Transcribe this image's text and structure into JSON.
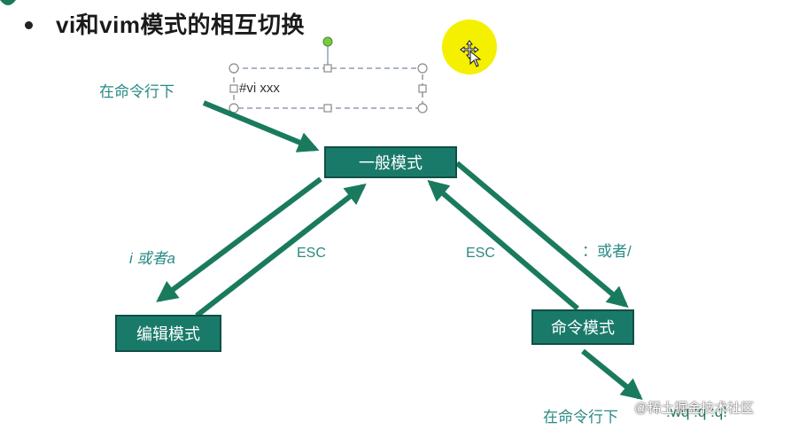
{
  "title": "vi和vim模式的相互切换",
  "textbox": {
    "text": "#vi xxx"
  },
  "modes": {
    "normal": "一般模式",
    "edit": "编辑模式",
    "command": "命令模式"
  },
  "labels": {
    "enter_cmdline": "在命令行下",
    "i_or_a": "i 或者a",
    "esc_left": "ESC",
    "esc_right": "ESC",
    "colon_or_slash": "：或者/",
    "bottom_cmdline": "在命令行下",
    "quit_cmds": ":wq :q :q!"
  },
  "watermark": "@稀土掘金技术社区",
  "colors": {
    "arrow": "#1a7a5e",
    "box": "#1a7a6a",
    "label": "#2a8a84",
    "cursor_highlight": "#f5f000"
  }
}
